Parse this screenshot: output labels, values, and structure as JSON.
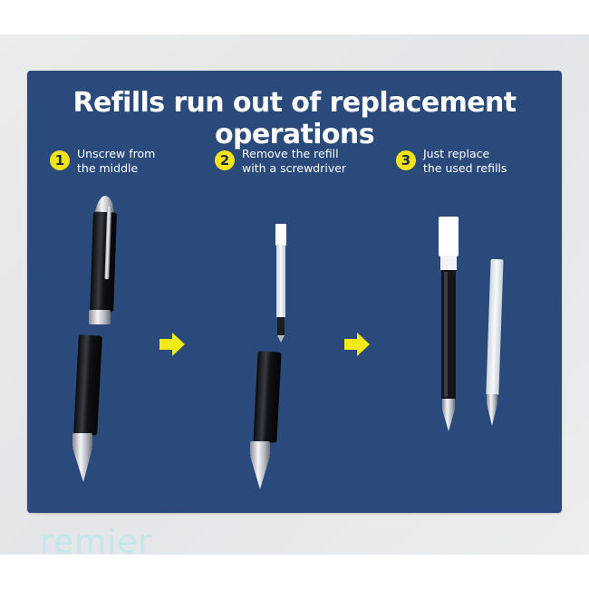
{
  "title": "Refills run out of replacement operations",
  "steps": [
    {
      "number": "1",
      "line1": "Unscrew from",
      "line2": "the middle"
    },
    {
      "number": "2",
      "line1": "Remove the refill",
      "line2": "with a screwdriver"
    },
    {
      "number": "3",
      "line1": "Just replace",
      "line2": "the used refills"
    }
  ],
  "watermark": "remier",
  "colors": {
    "panel": "#2a4a7b",
    "badge": "#f2e21a",
    "arrow": "#f2ea16",
    "text": "#ffffff"
  },
  "icons": [
    "right-arrow-icon",
    "pen-icon",
    "refill-icon"
  ]
}
